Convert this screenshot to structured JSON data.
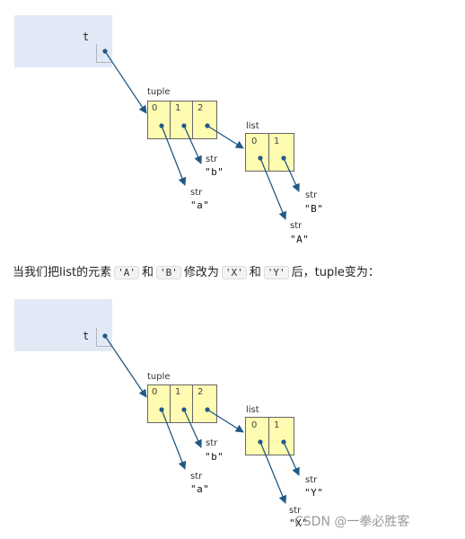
{
  "diagram1": {
    "variable": "t",
    "tuple_label": "tuple",
    "tuple_indices": [
      "0",
      "1",
      "2"
    ],
    "list_label": "list",
    "list_indices": [
      "0",
      "1"
    ],
    "strings": [
      {
        "type": "str",
        "value": "\"a\""
      },
      {
        "type": "str",
        "value": "\"b\""
      },
      {
        "type": "str",
        "value": "\"A\""
      },
      {
        "type": "str",
        "value": "\"B\""
      }
    ]
  },
  "sentence": {
    "part1": "当我们把list的元素",
    "code1": "'A'",
    "and1": "和",
    "code2": "'B'",
    "part2": "修改为",
    "code3": "'X'",
    "and2": "和",
    "code4": "'Y'",
    "part3": "后，tuple变为："
  },
  "diagram2": {
    "variable": "t",
    "tuple_label": "tuple",
    "tuple_indices": [
      "0",
      "1",
      "2"
    ],
    "list_label": "list",
    "list_indices": [
      "0",
      "1"
    ],
    "strings": [
      {
        "type": "str",
        "value": "\"a\""
      },
      {
        "type": "str",
        "value": "\"b\""
      },
      {
        "type": "str",
        "value": "\"X\""
      },
      {
        "type": "str",
        "value": "\"Y\""
      }
    ]
  },
  "watermark": "CSDN @一拳必胜客",
  "colors": {
    "frame_bg": "#e2e9f6",
    "cell_bg": "#fffbb1",
    "arrow": "#1f5a87"
  }
}
